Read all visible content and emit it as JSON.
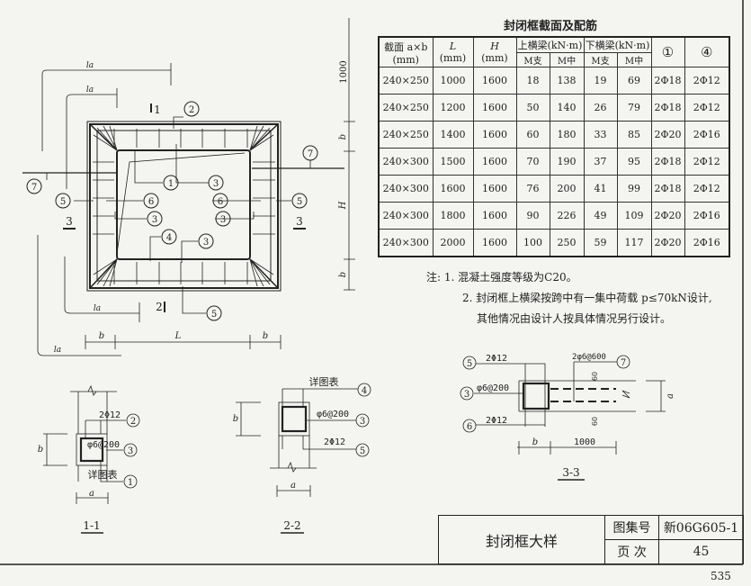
{
  "table": {
    "title": "封闭框截面及配筋",
    "headers": {
      "section": "截面 a×b",
      "section_unit": "(mm)",
      "L": "L",
      "L_unit": "(mm)",
      "H": "H",
      "H_unit": "(mm)",
      "upper_beam": "上横梁(kN·m)",
      "lower_beam": "下横梁(kN·m)",
      "m_support": "M支",
      "m_mid": "M中",
      "bar1": "①",
      "bar4": "④"
    },
    "rows": [
      [
        "240×250",
        "1000",
        "1600",
        "18",
        "138",
        "19",
        "69",
        "2Φ18",
        "2Φ12"
      ],
      [
        "240×250",
        "1200",
        "1600",
        "50",
        "140",
        "26",
        "79",
        "2Φ18",
        "2Φ12"
      ],
      [
        "240×250",
        "1400",
        "1600",
        "60",
        "180",
        "33",
        "85",
        "2Φ20",
        "2Φ16"
      ],
      [
        "240×300",
        "1500",
        "1600",
        "70",
        "190",
        "37",
        "95",
        "2Φ18",
        "2Φ12"
      ],
      [
        "240×300",
        "1600",
        "1600",
        "76",
        "200",
        "41",
        "99",
        "2Φ18",
        "2Φ12"
      ],
      [
        "240×300",
        "1800",
        "1600",
        "90",
        "226",
        "49",
        "109",
        "2Φ20",
        "2Φ16"
      ],
      [
        "240×300",
        "2000",
        "1600",
        "100",
        "250",
        "59",
        "117",
        "2Φ20",
        "2Φ16"
      ]
    ]
  },
  "notes": {
    "prefix": "注:",
    "n1": "1. 混凝土强度等级为C20。",
    "n2": "2. 封闭框上横梁按跨中有一集中荷载 p≤70kN设计,",
    "n2b": "其他情况由设计人按具体情况另行设计。"
  },
  "plan": {
    "la": "la",
    "b": "b",
    "L": "L",
    "H": "H",
    "dim1000": "1000",
    "sec1": "1",
    "sec2": "2",
    "sec3": "3",
    "c1": "1",
    "c2": "2",
    "c3": "3",
    "c4": "4",
    "c5": "5",
    "c6": "6",
    "c7": "7"
  },
  "section11": {
    "title": "1-1",
    "top": "2Φ12",
    "stirrup": "φ6@200",
    "detail": "详图表",
    "a": "a",
    "b": "b"
  },
  "section22": {
    "title": "2-2",
    "detail": "详图表",
    "stirrup": "φ6@200",
    "bottom": "2Φ12",
    "a": "a",
    "b": "b"
  },
  "section33": {
    "title": "3-3",
    "top": "2Φ12",
    "stirrup": "φ6@200",
    "bottom": "2Φ12",
    "tie": "2φ6@600",
    "d60": "60",
    "a": "a",
    "b": "b",
    "d1000": "1000"
  },
  "title_block": {
    "drawing_title": "封闭框大样",
    "atlas_label": "图集号",
    "atlas_no": "新06G605-1",
    "page_label": "页  次",
    "page_no": "45"
  },
  "page_number": "535"
}
